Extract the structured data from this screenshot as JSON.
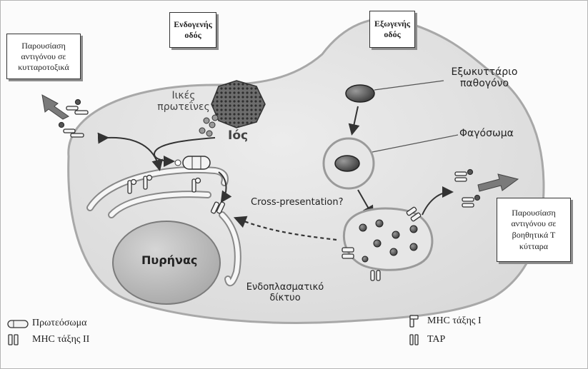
{
  "pathways": {
    "endogenous": "Ενδογενής οδός",
    "exogenous": "Εξωγενής οδός"
  },
  "callouts": {
    "cytotoxic": "Παρουσίαση αντιγόνου σε κυτταροτοξικά",
    "helper": "Παρουσίαση αντιγόνου σε βοηθητικά Τ κύτταρα"
  },
  "labels": {
    "viral_proteins": "Ιικές πρωτεΐνες",
    "virus": "Ιός",
    "extracellular_pathogen": "Εξωκυττάριο παθογόνο",
    "phagosome": "Φαγόσωμα",
    "cross_presentation": "Cross-presentation?",
    "nucleus": "Πυρήνας",
    "er": "Ενδοπλασματικό δίκτυο"
  },
  "legend": {
    "proteasome": "Πρωτεόσωμα",
    "mhc_ii": "MHC τάξης II",
    "mhc_i": "MHC τάξης I",
    "tap": "TAP"
  }
}
